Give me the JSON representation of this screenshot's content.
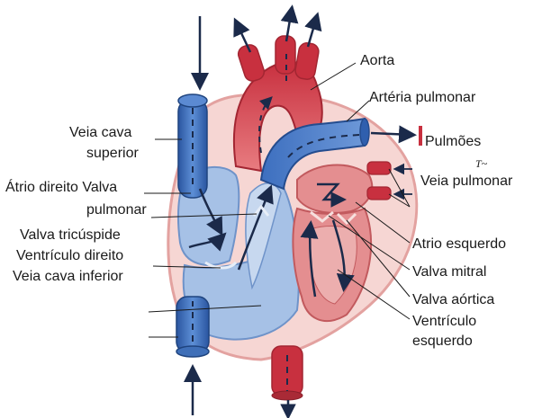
{
  "labels": {
    "aorta": "Aorta",
    "arteria_pulmonar": "Artéria pulmonar",
    "pulmoes": "Pulmões",
    "t_mark": "T~",
    "veia_pulmonar": "Veia pulmonar",
    "veia_cava_sup_1": "Veia cava",
    "veia_cava_sup_2": "superior",
    "atrio_direito_valva": "Átrio direito Valva",
    "pulmonar": "pulmonar",
    "valva_tricuspide": "Valva tricúspide",
    "ventriculo_direito": "Ventrículo direito",
    "veia_cava_inferior": "Veia cava inferior",
    "atrio_esquerdo": "Atrio esquerdo",
    "valva_mitral": "Valva mitral",
    "valva_aortica": "Valva aórtica",
    "ventriculo_1": "Ventrículo",
    "ventriculo_2": "esquerdo"
  },
  "colors": {
    "oxygenated_red": "#c8303f",
    "oxygenated_light": "#f0b8b4",
    "deoxygenated_blue": "#2f5fae",
    "deoxygenated_light": "#aac3e6",
    "heart_outline": "#e9a9a8",
    "flow_arrow": "#1b2a4a"
  }
}
